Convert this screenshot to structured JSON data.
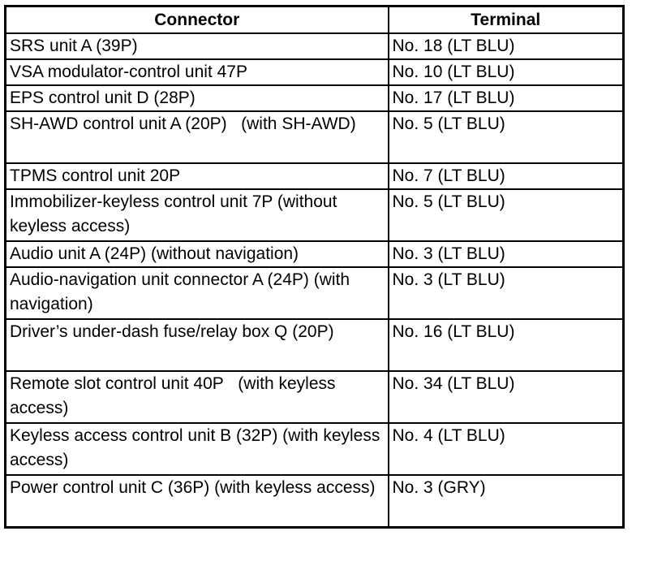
{
  "table": {
    "headers": [
      "Connector",
      "Terminal"
    ],
    "rows": [
      {
        "connector": "SRS unit A (39P)",
        "terminal": "No. 18 (LT BLU)"
      },
      {
        "connector": "VSA modulator-control unit 47P",
        "terminal": "No. 10 (LT BLU)"
      },
      {
        "connector": "EPS control unit D (28P)",
        "terminal": "No. 17 (LT BLU)"
      },
      {
        "connector": "SH-AWD control unit A (20P)   (with SH-AWD)",
        "terminal": "No. 5 (LT BLU)"
      },
      {
        "connector": "TPMS control unit 20P",
        "terminal": "No. 7 (LT BLU)"
      },
      {
        "connector": "Immobilizer-keyless control unit 7P (without keyless access)",
        "terminal": "No. 5 (LT BLU)"
      },
      {
        "connector": "Audio unit A (24P) (without navigation)",
        "terminal": "No. 3 (LT BLU)"
      },
      {
        "connector": "Audio-navigation unit connector A (24P) (with navigation)",
        "terminal": "No. 3 (LT BLU)"
      },
      {
        "connector": "Driver’s under-dash fuse/relay box Q (20P)",
        "terminal": "No. 16 (LT BLU)"
      },
      {
        "connector": "Remote slot control unit 40P   (with keyless access)",
        "terminal": "No. 34 (LT BLU)"
      },
      {
        "connector": "Keyless access control unit B (32P) (with keyless access)",
        "terminal": "No. 4 (LT BLU)"
      },
      {
        "connector": "Power control unit C (36P) (with keyless access)",
        "terminal": "No. 3 (GRY)"
      }
    ]
  }
}
